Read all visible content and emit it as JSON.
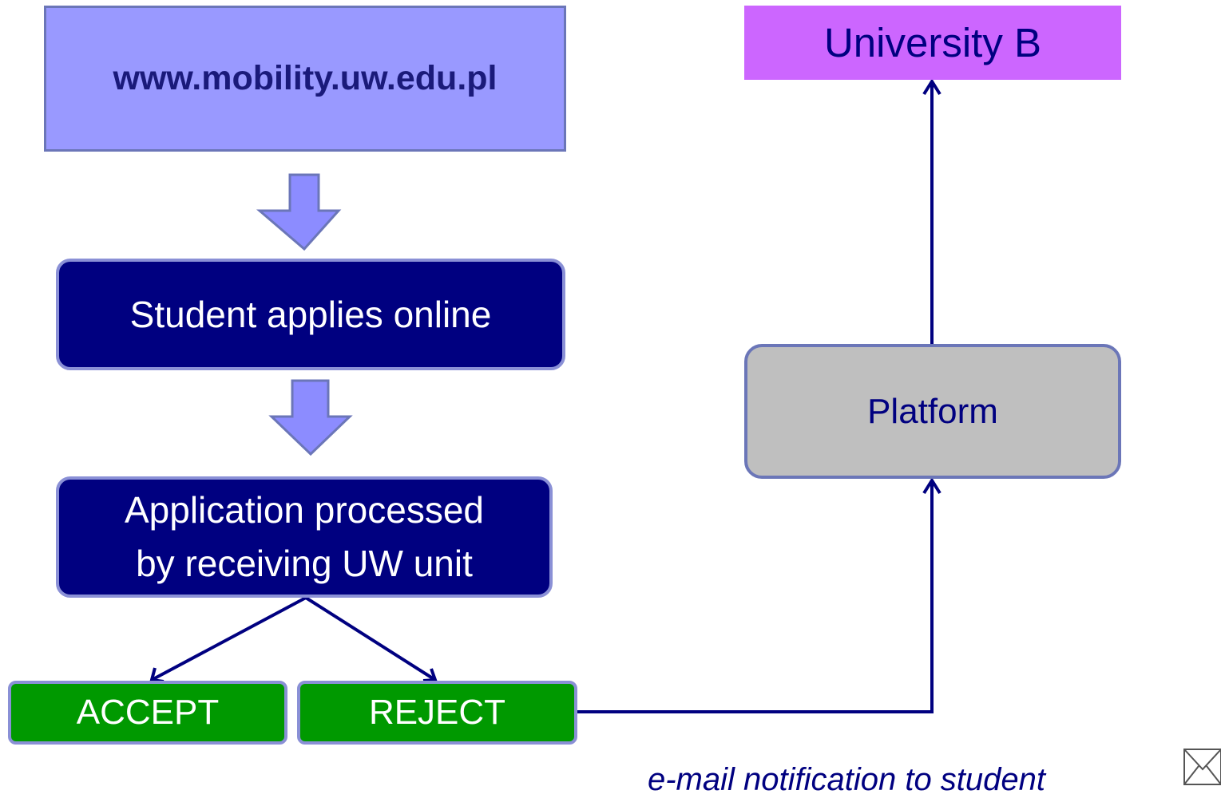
{
  "diagram": {
    "website": "www.mobility.uw.edu.pl",
    "university_b": "University B",
    "student_applies": "Student applies online",
    "processed_line1": "Application processed",
    "processed_line2": "by receiving UW unit",
    "accept": "ACCEPT",
    "reject": "REJECT",
    "platform": "Platform",
    "caption": "e-mail notification to student"
  },
  "colors": {
    "website_fill": "#9999ff",
    "university_fill": "#cc66ff",
    "process_fill": "#000080",
    "decision_fill": "#009900",
    "platform_fill": "#bfbfbf",
    "arrow_fill": "#8c8cff",
    "connector": "#000080"
  },
  "icons": [
    "down-arrow-icon",
    "envelope-icon"
  ]
}
